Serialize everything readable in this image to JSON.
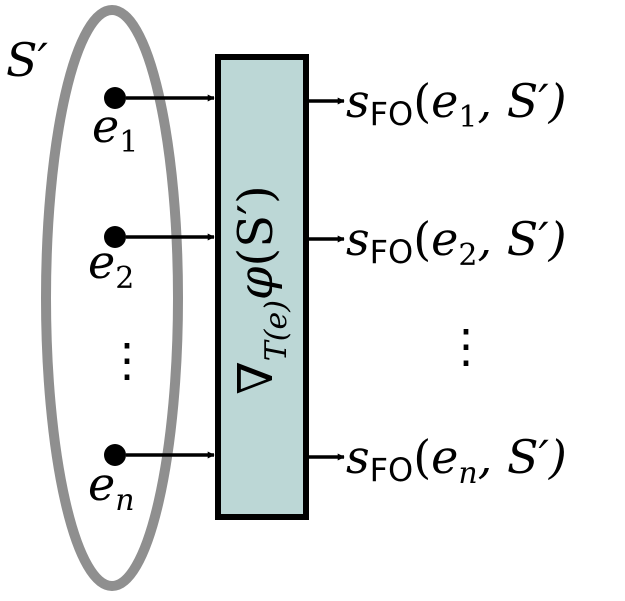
{
  "set_label": "S′",
  "inputs": [
    {
      "base": "e",
      "sub": "1"
    },
    {
      "base": "e",
      "sub": "2"
    },
    {
      "base": "e",
      "sub": "n"
    }
  ],
  "ellipsis": "⋮",
  "block": {
    "nabla": "∇",
    "sub": "T(e)",
    "func": "φ",
    "arg": "(S′)"
  },
  "outputs": [
    {
      "s": "s",
      "fo": "FO",
      "open": "(",
      "e": "e",
      "sub": "1",
      "rest": ", S′)"
    },
    {
      "s": "s",
      "fo": "FO",
      "open": "(",
      "e": "e",
      "sub": "2",
      "rest": ", S′)"
    },
    {
      "s": "s",
      "fo": "FO",
      "open": "(",
      "e": "e",
      "sub": "n",
      "rest": ", S′)"
    }
  ],
  "colors": {
    "ellipse_stroke": "#8f8f8f",
    "block_fill": "#bcd7d6",
    "ink": "#000000"
  }
}
